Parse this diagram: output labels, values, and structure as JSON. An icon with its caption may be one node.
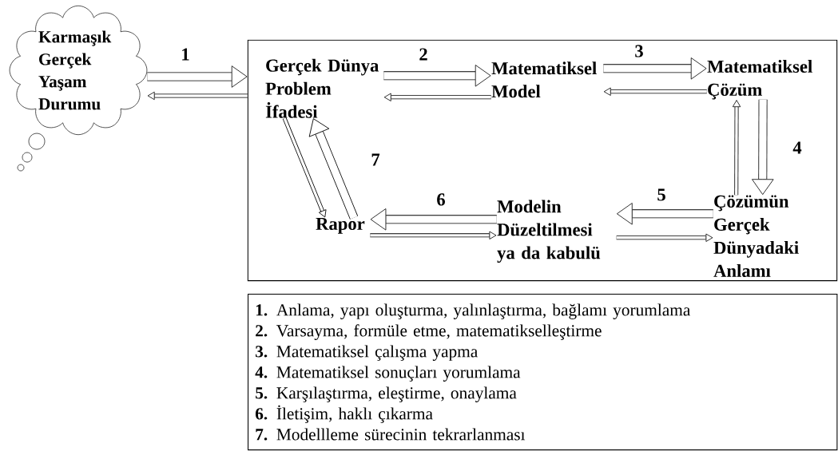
{
  "diagram": {
    "nodes": [
      {
        "text": [
          "Karmaşık Gerçek Yaşam Durumu"
        ]
      },
      {
        "text": [],
        "shape": "box"
      },
      {
        "text": [
          "Gerçek Dünya Problem İfadesi"
        ],
        "in": 1
      },
      {
        "text": [
          "Matematiksel Model"
        ],
        "in": 1
      },
      {
        "text": [
          "Matematiksel Çözüm"
        ],
        "in": 1
      },
      {
        "text": [
          "Çözümün Gerçek Dünyadaki Anlamı"
        ],
        "in": 1
      },
      {
        "text": [
          "Modelin Düzeltilmesi ya da kabulü"
        ],
        "in": 1
      },
      {
        "text": [
          "Rapor"
        ],
        "in": 1
      },
      {
        "text": [
          "**1.** Anlama, yapı oluşturma, yalınlaştırma, bağlamı yorumlama",
          "**2.** Varsayma, formüle etme, matematikselleştirme",
          "**3.** Matematiksel çalışma yapma",
          "**4.** Matematiksel sonuçları yorumlama",
          "**5.** Karşılaştırma, eleştirme, onaylama",
          "**6.** İletişim, haklı çıkarma",
          "**7.** Modellleme sürecinin tekrarlanması"
        ]
      }
    ],
    "edges": [
      {
        "from": 0,
        "to": 1,
        "arrow": "to",
        "label": "1",
        "style": "thick"
      },
      {
        "from": 1,
        "to": 0,
        "arrow": "to"
      },
      {
        "from": 2,
        "to": 3,
        "arrow": "to",
        "label": "2",
        "style": "thick"
      },
      {
        "from": 3,
        "to": 2,
        "arrow": "to"
      },
      {
        "from": 3,
        "to": 4,
        "arrow": "to",
        "label": "3",
        "style": "thick"
      },
      {
        "from": 4,
        "to": 3,
        "arrow": "to"
      },
      {
        "from": 4,
        "to": 5,
        "arrow": "to",
        "label": "4",
        "style": "thick"
      },
      {
        "from": 5,
        "to": 4,
        "arrow": "to"
      },
      {
        "from": 5,
        "to": 6,
        "arrow": "to",
        "label": "5",
        "style": "thick"
      },
      {
        "from": 6,
        "to": 5,
        "arrow": "to"
      },
      {
        "from": 6,
        "to": 7,
        "arrow": "to",
        "label": "6",
        "style": "thick"
      },
      {
        "from": 7,
        "to": 6,
        "arrow": "to"
      },
      {
        "from": 7,
        "to": 2,
        "arrow": "to",
        "label": "7",
        "style": "thick"
      },
      {
        "from": 2,
        "to": 7,
        "arrow": "to"
      }
    ]
  }
}
